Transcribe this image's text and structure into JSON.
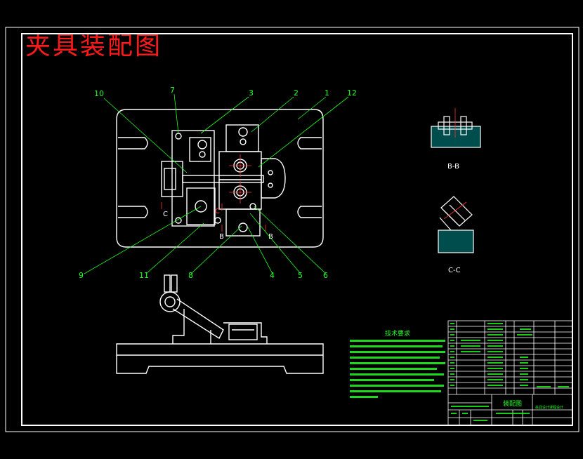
{
  "title": "夹具装配图",
  "callouts": [
    "10",
    "7",
    "3",
    "2",
    "1",
    "12",
    "9",
    "11",
    "8",
    "4",
    "5",
    "6"
  ],
  "section_marks": {
    "c_top": "C",
    "c_mid": "C",
    "b_left": "B",
    "b_right": "B"
  },
  "views": {
    "section_bb": "B-B",
    "section_cc": "C-C"
  },
  "notes": {
    "heading": "技术要求"
  },
  "title_block": {
    "drawing_name": "装配图",
    "project_name": "夹具设计课程设计"
  },
  "colors": {
    "outline": "#ffffff",
    "leader": "#22ff22",
    "title": "#ff1a1a",
    "centerline": "#ff3333",
    "hatch": "#00cccc",
    "background": "#000000"
  }
}
